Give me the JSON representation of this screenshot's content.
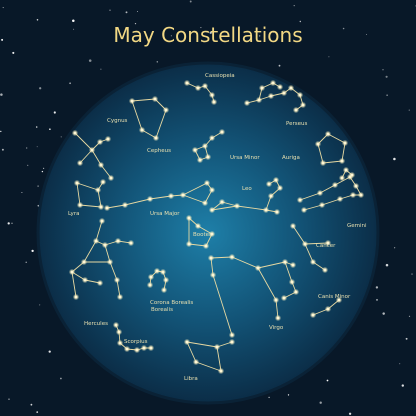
{
  "title": "May Constellations",
  "colors": {
    "background": "#081828",
    "title": "#f2d884",
    "lines": "#e7d9a2",
    "stars": "#fff7d6",
    "disc_center": "#1e7fa8",
    "disc_edge": "#0b2d47"
  },
  "constellations": [
    {
      "id": "cassiopeia",
      "name": "Cassiopeia"
    },
    {
      "id": "cygnus",
      "name": "Cygnus"
    },
    {
      "id": "perseus",
      "name": "Perseus"
    },
    {
      "id": "cepheus",
      "name": "Cepheus"
    },
    {
      "id": "ursa-minor",
      "name": "Ursa Minor"
    },
    {
      "id": "auriga",
      "name": "Auriga"
    },
    {
      "id": "lyra",
      "name": "Lyra"
    },
    {
      "id": "ursa-major",
      "name": "Ursa Major"
    },
    {
      "id": "leo",
      "name": "Leo"
    },
    {
      "id": "gemini",
      "name": "Gemini"
    },
    {
      "id": "bootes",
      "name": "Bootes"
    },
    {
      "id": "cancer",
      "name": "Cancer"
    },
    {
      "id": "hercules",
      "name": "Hercules"
    },
    {
      "id": "corona-borealis",
      "name": "Corona Borealis"
    },
    {
      "id": "canis-minor",
      "name": "Canis Minor"
    },
    {
      "id": "scorpius",
      "name": "Scorpius"
    },
    {
      "id": "virgo",
      "name": "Virgo"
    },
    {
      "id": "libra",
      "name": "Libra"
    }
  ]
}
